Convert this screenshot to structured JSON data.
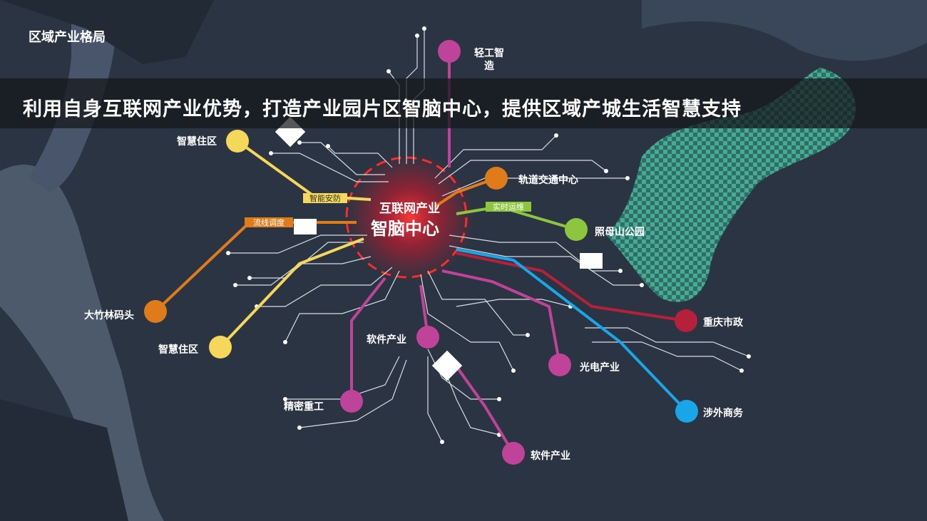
{
  "section_title": "区域产业格局",
  "banner": "利用自身互联网产业优势，打造产业园片区智脑中心，提供区域产城生活智慧支持",
  "hub": {
    "line1": "互联网产业",
    "line2": "智脑中心"
  },
  "nodes": {
    "light_industry": "轻工智造",
    "smart_residence_top": "智慧住区",
    "rail_transit": "轨道交通中心",
    "zhaomu_park": "照母山公园",
    "dazhulin_pier": "大竹林码头",
    "smart_residence_bottom": "智慧住区",
    "software_mid": "软件产业",
    "precision_heavy": "精密重工",
    "optoelectronics": "光电产业",
    "chongqing_municipal": "重庆市政",
    "foreign_business": "涉外商务",
    "software_bottom": "软件产业"
  },
  "tags": {
    "smart_security": "智能安防",
    "flow_dispatch": "流线调度",
    "realtime_ops": "实时运维"
  },
  "colors": {
    "orange": "#e07b1a",
    "yellow": "#f5d75a",
    "green": "#8cc63f",
    "magenta": "#c0439a",
    "crimson": "#b5213a",
    "blue": "#18a6e8",
    "hub_red": "#ff2a2a",
    "teal_area": "#3a8a7c"
  }
}
